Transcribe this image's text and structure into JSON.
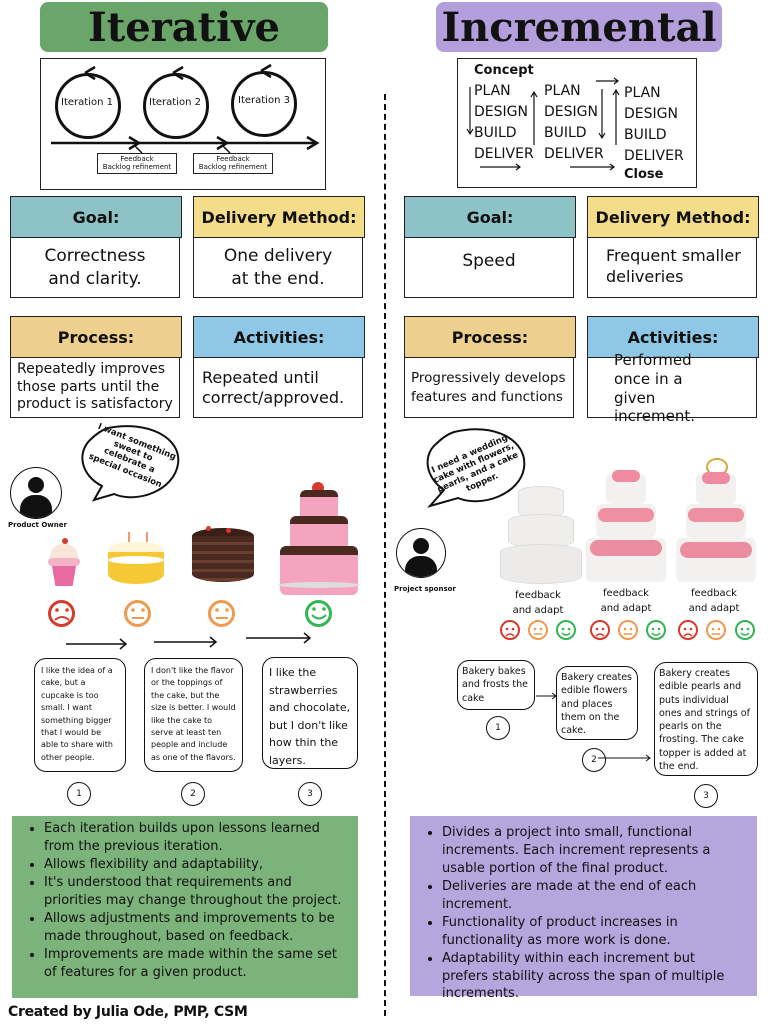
{
  "iterative": {
    "title": "Iterative",
    "diagram": {
      "iterations": [
        "Iteration 1",
        "Iteration 2",
        "Iteration 3"
      ],
      "feedback_labels": [
        "Feedback\nBacklog refinement",
        "Feedback\nBacklog refinement"
      ]
    },
    "goal_header": "Goal:",
    "goal_text": "Correctness and clarity.",
    "delivery_header": "Delivery Method:",
    "delivery_text": "One delivery at the end.",
    "process_header": "Process:",
    "process_text": "Repeatedly improves those parts until the product is satisfactory",
    "activities_header": "Activities:",
    "activities_text": "Repeated until correct/approved.",
    "speech": "I want something sweet to celebrate a special occasion",
    "role": "Product Owner",
    "steps": [
      "I like the idea of a cake, but a cupcake is too small. I want something bigger that I would be able to share with other people.",
      "I don't like the flavor or the toppings of the cake, but the size is better. I would like the cake to serve at least ten people and include as one of the flavors.",
      "I like the strawberries and chocolate, but I don't like how thin the layers."
    ],
    "step_numbers": [
      "1",
      "2",
      "3"
    ],
    "summary": [
      "Each iteration builds upon lessons learned from the previous iteration.",
      "Allows flexibility and adaptability,",
      "It's understood that requirements and priorities may change throughout the project.",
      "Allows adjustments and improvements to be made throughout, based on feedback.",
      "Improvements are made within the same set of features for a given product."
    ],
    "colors": {
      "title_bg": "#6aa56a",
      "summary_bg": "#7bb37b"
    }
  },
  "incremental": {
    "title": "Incremental",
    "diagram": {
      "concept": "Concept",
      "close": "Close",
      "columns": [
        [
          "PLAN",
          "DESIGN",
          "BUILD",
          "DELIVER"
        ],
        [
          "PLAN",
          "DESIGN",
          "BUILD",
          "DELIVER"
        ],
        [
          "PLAN",
          "DESIGN",
          "BUILD",
          "DELIVER"
        ]
      ]
    },
    "goal_header": "Goal:",
    "goal_text": "Speed",
    "delivery_header": "Delivery Method:",
    "delivery_text": "Frequent smaller deliveries",
    "process_header": "Process:",
    "process_text": "Progressively develops features and functions",
    "activities_header": "Activities:",
    "activities_text": "Performed once in a given increment.",
    "speech": "I need a wedding cake with flowers, pearls, and a cake topper.",
    "role": "Project sponsor",
    "feedback_labels": [
      "feedback and adapt",
      "feedback and adapt",
      "feedback and adapt"
    ],
    "steps": [
      "Bakery bakes and frosts the cake",
      "Bakery creates edible flowers and places them on the cake.",
      "Bakery creates edible pearls and puts individual ones and strings of pearls on the frosting. The cake topper is added at the end."
    ],
    "step_numbers": [
      "1",
      "2",
      "3"
    ],
    "summary": [
      "Divides a project into small, functional increments. Each increment represents a usable portion of the final product.",
      "Deliveries are made at the end of each increment.",
      "Functionality of product increases in functionality as more work is done.",
      "Adaptability within each increment but prefers stability across the span of multiple increments."
    ],
    "colors": {
      "title_bg": "#b29fdc",
      "summary_bg": "#b7a5de"
    }
  },
  "colors": {
    "goal_header": "#8dc3c6",
    "delivery_header": "#f3dd8a",
    "process_header": "#edcf8e",
    "activities_header": "#8fc8e6",
    "frown": "#d63a2d",
    "neutral": "#ef9a4e",
    "smile": "#33b552"
  },
  "footer": "Created by Julia Ode, PMP, CSM"
}
